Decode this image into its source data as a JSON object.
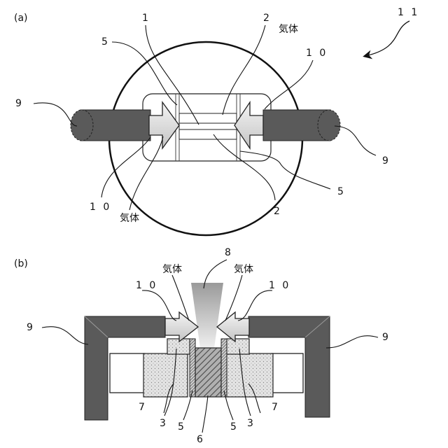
{
  "panel_a": {
    "panel_label": "(a)",
    "labels": {
      "part1": "1",
      "part2_top": "2",
      "part2_bottom": "2",
      "part5_top": "5",
      "part5_bottom": "5",
      "part9_left": "9",
      "part9_right": "9",
      "part10_top": "1 0",
      "part10_bottom": "1 0",
      "part11": "1 1",
      "gas_top": "気体",
      "gas_bottom": "気体"
    }
  },
  "panel_b": {
    "panel_label": "(b)",
    "labels": {
      "part8": "8",
      "gas_left": "気体",
      "gas_right": "気体",
      "part10_left": "1 0",
      "part10_right": "1 0",
      "part9_left": "9",
      "part9_right": "9",
      "part7_left": "7",
      "part7_right": "7",
      "part3_left": "3",
      "part3_right": "3",
      "part5_left": "5",
      "part5_right": "5",
      "part6": "6"
    }
  },
  "colors": {
    "dark_gray": "#5a5a5a",
    "light_gray": "#d6d6d6",
    "outline": "#222222"
  }
}
